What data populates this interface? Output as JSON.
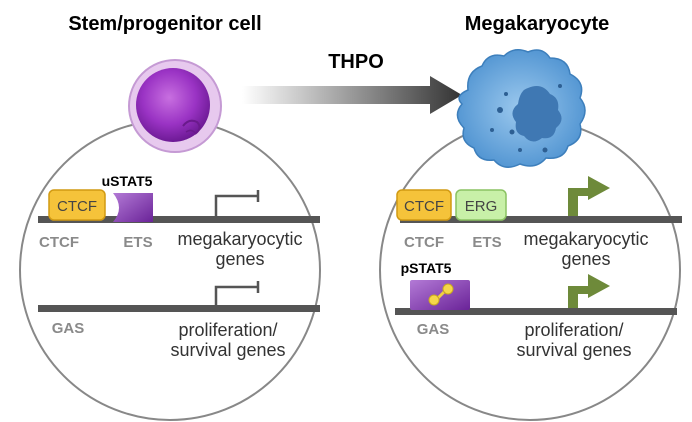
{
  "titles": {
    "left": "Stem/progenitor cell",
    "right": "Megakaryocyte",
    "arrow": "THPO"
  },
  "left_panel": {
    "boxes": {
      "ctcf": "CTCF"
    },
    "stat": "uSTAT5",
    "row1": {
      "site1": "CTCF",
      "site2": "ETS",
      "gene_line1": "megakaryocytic",
      "gene_line2": "genes"
    },
    "row2": {
      "site1": "GAS",
      "gene_line1": "proliferation/",
      "gene_line2": "survival genes"
    }
  },
  "right_panel": {
    "boxes": {
      "ctcf": "CTCF",
      "erg": "ERG"
    },
    "stat": "pSTAT5",
    "row1": {
      "site1": "CTCF",
      "site2": "ETS",
      "gene_line1": "megakaryocytic",
      "gene_line2": "genes"
    },
    "row2": {
      "site1": "GAS",
      "gene_line1": "proliferation/",
      "gene_line2": "survival genes"
    }
  },
  "colors": {
    "ctcf_fill": "#f5c33a",
    "erg_fill": "#c8f0a8",
    "stat5_fill": "#7a2fb5",
    "active_arrow": "#6e8a3a",
    "dna_line": "#555555",
    "megakaryocyte": "#6aa9dd"
  }
}
